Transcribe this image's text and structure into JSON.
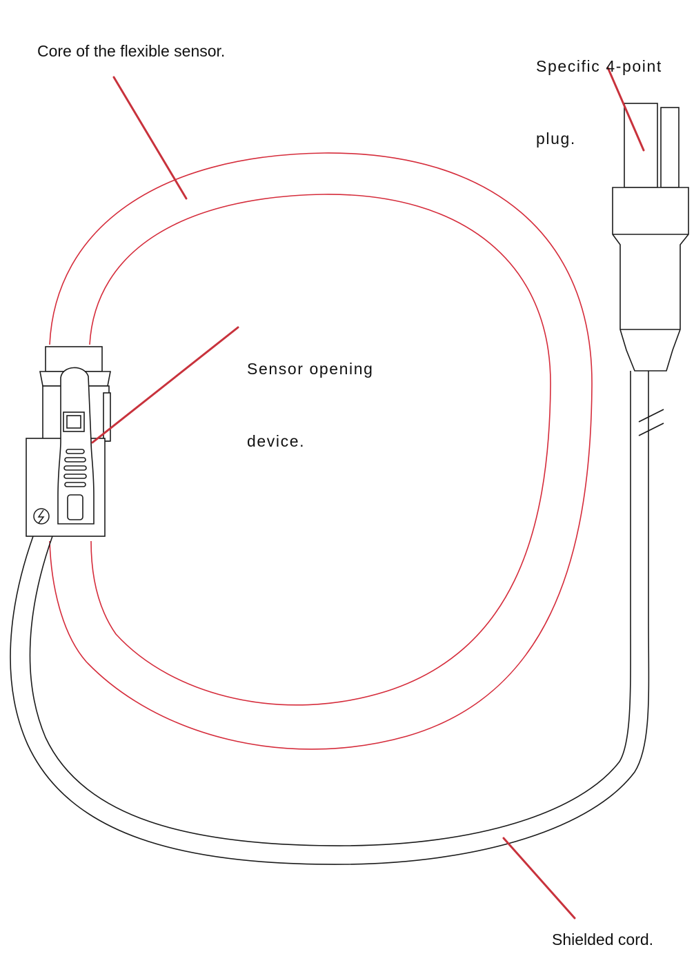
{
  "labels": {
    "core": "Core of the flexible sensor.",
    "opening_line1": "Sensor opening",
    "opening_line2": "device.",
    "plug_line1": "Specific 4-point",
    "plug_line2": "plug.",
    "cord": "Shielded cord."
  },
  "icons": {
    "warning_symbol": "double-insulation-lightning-icon"
  },
  "colors": {
    "leader_line": "#c8323c",
    "sensor_core": "#d52b3a",
    "outline": "#1a1a1a",
    "text": "#111111",
    "background": "#ffffff"
  }
}
